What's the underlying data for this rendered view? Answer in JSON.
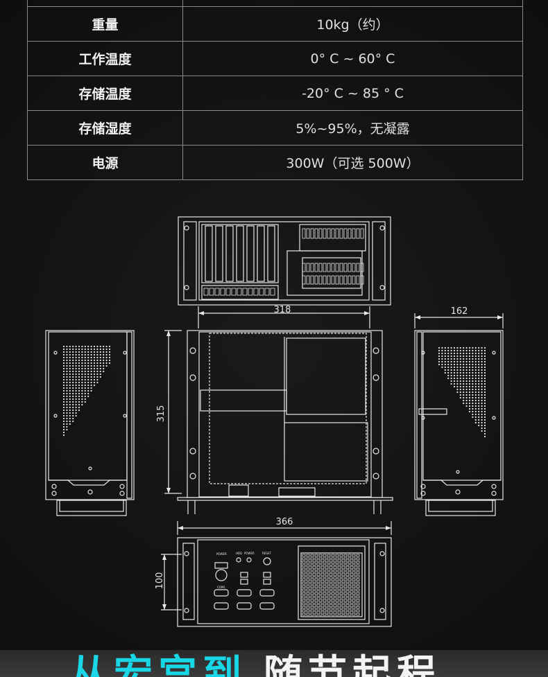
{
  "specs": [
    {
      "label": "重量",
      "value": "10kg（约）"
    },
    {
      "label": "工作温度",
      "value": "0° C ~ 60° C"
    },
    {
      "label": "存储温度",
      "value": "-20° C ~ 85 ° C"
    },
    {
      "label": "存储湿度",
      "value": "5%~95%，无凝露"
    },
    {
      "label": "电源",
      "value": "300W（可选 500W）"
    }
  ],
  "dimensions": {
    "top_width": "318",
    "side_depth": "162",
    "height_315": "315",
    "front_width": "366",
    "front_height": "100"
  },
  "front_panel_labels": {
    "power": "POWER",
    "hdd": "HDD",
    "power_led": "POWER",
    "reset": "RESET",
    "com": "COM1"
  },
  "banner": {
    "part1": "从宏宫到",
    "part2": "随节起程"
  }
}
